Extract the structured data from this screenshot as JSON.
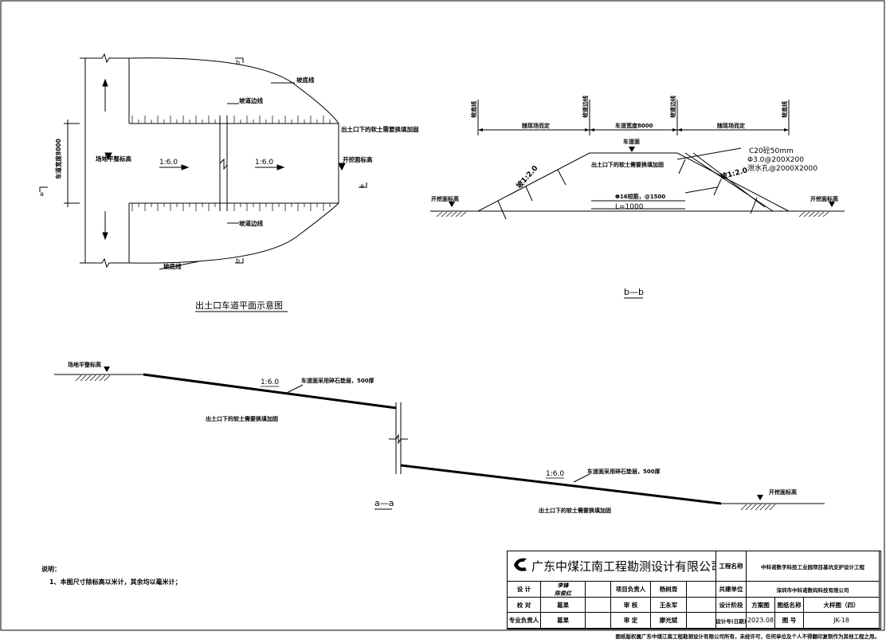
{
  "plan": {
    "title": "出土口车道平面示意图",
    "slope_bottom_line": "坡底线",
    "slope_top_line": "坡道边线",
    "lane_width": "车道宽度8000",
    "site_level": "场地平整标高",
    "excavation_level": "开挖面标高",
    "soft_soil_note": "出土口下的软土需要换填加固",
    "slope_ratio": "1:6.0",
    "cut_a": "a",
    "cut_b": "b"
  },
  "section_bb": {
    "label": "b—b",
    "slope_bottom_line": "坡底线",
    "slope_top_line": "坡道边线",
    "left_width": "随现场而定",
    "lane_width": "车道宽度8000",
    "right_width": "随现场而定",
    "road_surface": "车道面",
    "soft_soil_note": "出土口下的软土需要换填加固",
    "slope_left": "坡1:2.0",
    "slope_right": "坡1:2.0",
    "concrete": "C20砼50mm",
    "mesh": "Φ3.0@200X200",
    "drain": "泄水孔@2000X2000",
    "anchor": "Φ16短筋，@1500",
    "anchor_len": "L=1000",
    "excavation_left": "开挖面标高",
    "excavation_right": "开挖面标高"
  },
  "section_aa": {
    "label": "a—a",
    "site_level": "场地平整标高",
    "excavation_level": "开挖面标高",
    "slope_ratio_1": "1:6.0",
    "slope_ratio_2": "1:6.0",
    "road_note_1": "车道面采用碎石垫层，500厚",
    "road_note_2": "车道面采用碎石垫层，500厚",
    "soft_soil_note_1": "出土口下的软土需要换填加固",
    "soft_soil_note_2": "出土口下的软土需要换填加固"
  },
  "notes": {
    "heading": "说明：",
    "item1": "1、本图尺寸除标高以米计，其余均以毫米计；"
  },
  "title_block": {
    "company": "广东中煤江南工程勘测设计有限公司",
    "project_label": "工程名称",
    "project_name": "中科诺数字科技工业园项目基坑支护设计工程",
    "client_label": "共建单位",
    "client_name": "深圳市中科诺数码科技有限公司",
    "stage_label": "设计阶段",
    "stage_value": "方案图",
    "drawing_name_label": "图纸名称",
    "drawing_name": "大样图（四）",
    "design_no_label": "设计号(日期)",
    "date_value": "2023.08",
    "drawing_no_label": "图 号",
    "drawing_no": "JK-18",
    "design_label": "设 计",
    "design_sig1": "李锋",
    "design_sig2": "陈俊红",
    "check_label": "校 对",
    "check_name": "葛果",
    "major_label": "专业负责人",
    "major_name": "葛果",
    "pm_label": "项目负责人",
    "pm_name": "杨树周",
    "review_label": "审 核",
    "review_name": "王永军",
    "approve_label": "审 定",
    "approve_name": "廖光斌"
  },
  "footer": "图纸版权属广东中煤江南工程勘测设计有限公司所有，未经许可，任何单位及个人不得翻印复制作为其他工程之用。"
}
